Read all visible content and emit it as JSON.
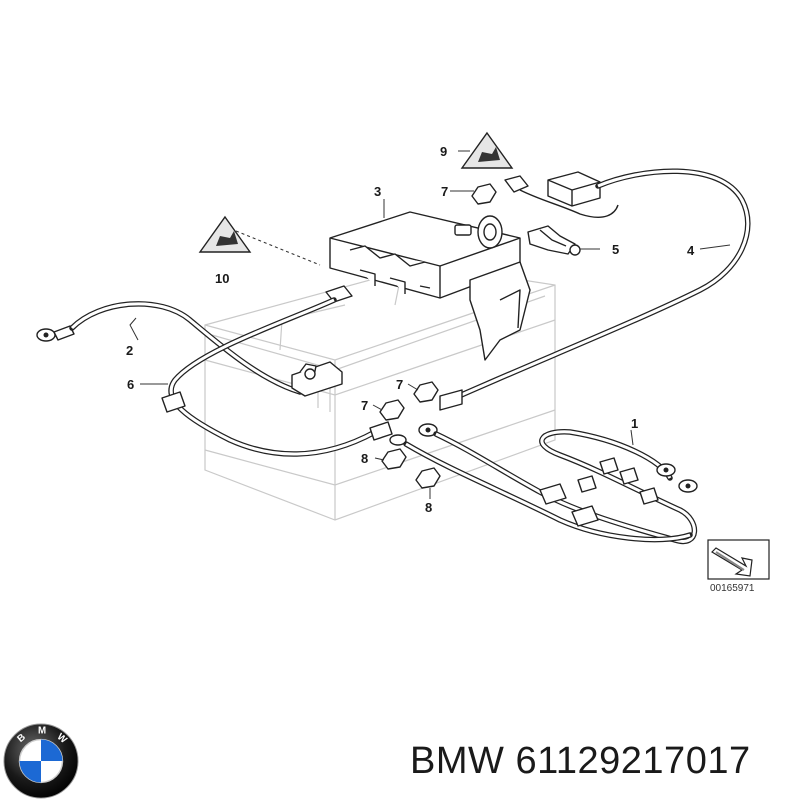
{
  "callouts": {
    "c1": "1",
    "c2": "2",
    "c3": "3",
    "c4": "4",
    "c5": "5",
    "c6": "6",
    "c7a": "7",
    "c7b": "7",
    "c7c": "7",
    "c8a": "8",
    "c8b": "8",
    "c9": "9",
    "c10": "10"
  },
  "drawing_number": "00165971",
  "product": {
    "brand": "BMW",
    "part_number": "61129217017",
    "caption": "BMW 61129217017"
  },
  "logo": {
    "letters": [
      "B",
      "M",
      "W"
    ],
    "colors": {
      "blue": "#1c69d4",
      "white": "#ffffff",
      "ring": "#111111"
    }
  }
}
